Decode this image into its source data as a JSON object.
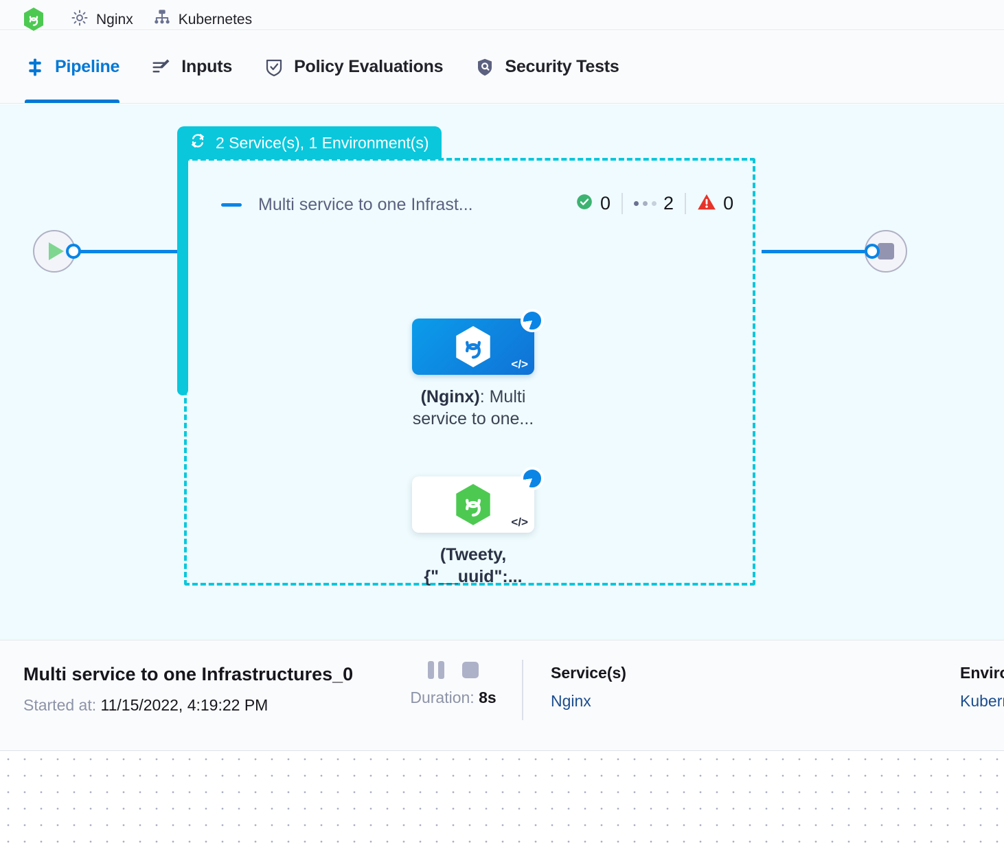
{
  "topbar": {
    "items": [
      {
        "icon": "harness-hexagon-icon",
        "label": ""
      },
      {
        "icon": "gear-icon",
        "label": "Nginx"
      },
      {
        "icon": "infrastructure-icon",
        "label": "Kubernetes"
      }
    ]
  },
  "tabs": [
    {
      "id": "pipeline",
      "label": "Pipeline",
      "icon": "pipeline-icon",
      "active": true
    },
    {
      "id": "inputs",
      "label": "Inputs",
      "icon": "inputs-icon",
      "active": false
    },
    {
      "id": "policy",
      "label": "Policy Evaluations",
      "icon": "shield-check-icon",
      "active": false
    },
    {
      "id": "security",
      "label": "Security Tests",
      "icon": "shield-scan-icon",
      "active": false
    }
  ],
  "canvas": {
    "group": {
      "badge_label": "2 Service(s), 1 Environment(s)",
      "badge_icon": "matrix-loop-icon",
      "badge_color": "#0ac7dc",
      "title": "Multi service to one Infrast...",
      "collapse_icon": "collapse-minus-icon",
      "counters": [
        {
          "id": "success",
          "icon": "check-circle-icon",
          "value": "0",
          "color": "#3cb371"
        },
        {
          "id": "running",
          "icon": "running-dots-icon",
          "value": "2",
          "color": "#6b7190"
        },
        {
          "id": "failed",
          "icon": "warning-triangle-icon",
          "value": "0",
          "color": "#e6332a"
        }
      ],
      "nodes": [
        {
          "id": "nginx-node",
          "label_bold": "(Nginx)",
          "label_rest": ": Multi service to one...",
          "style": "blue",
          "status": "running",
          "icon": "service-hexagon-icon",
          "code_glyph": "</>"
        },
        {
          "id": "tweety-node",
          "label_bold": "(Tweety, {\"__uuid\":...",
          "label_rest": "",
          "style": "white",
          "status": "running",
          "icon": "service-hexagon-icon",
          "code_glyph": "</>"
        }
      ]
    },
    "start_node": {
      "icon": "play-icon"
    },
    "end_node": {
      "icon": "stop-icon"
    }
  },
  "details": {
    "title": "Multi service to one Infrastructures_0",
    "started_label": "Started at:",
    "started_value": "11/15/2022, 4:19:22 PM",
    "pause_icon": "pause-icon",
    "stop_icon": "stop-icon",
    "duration_label": "Duration:",
    "duration_value": "8s",
    "services_heading": "Service(s)",
    "services_value": "Nginx",
    "environments_heading": "Environment(s)",
    "environments_value": "Kubernetes"
  }
}
